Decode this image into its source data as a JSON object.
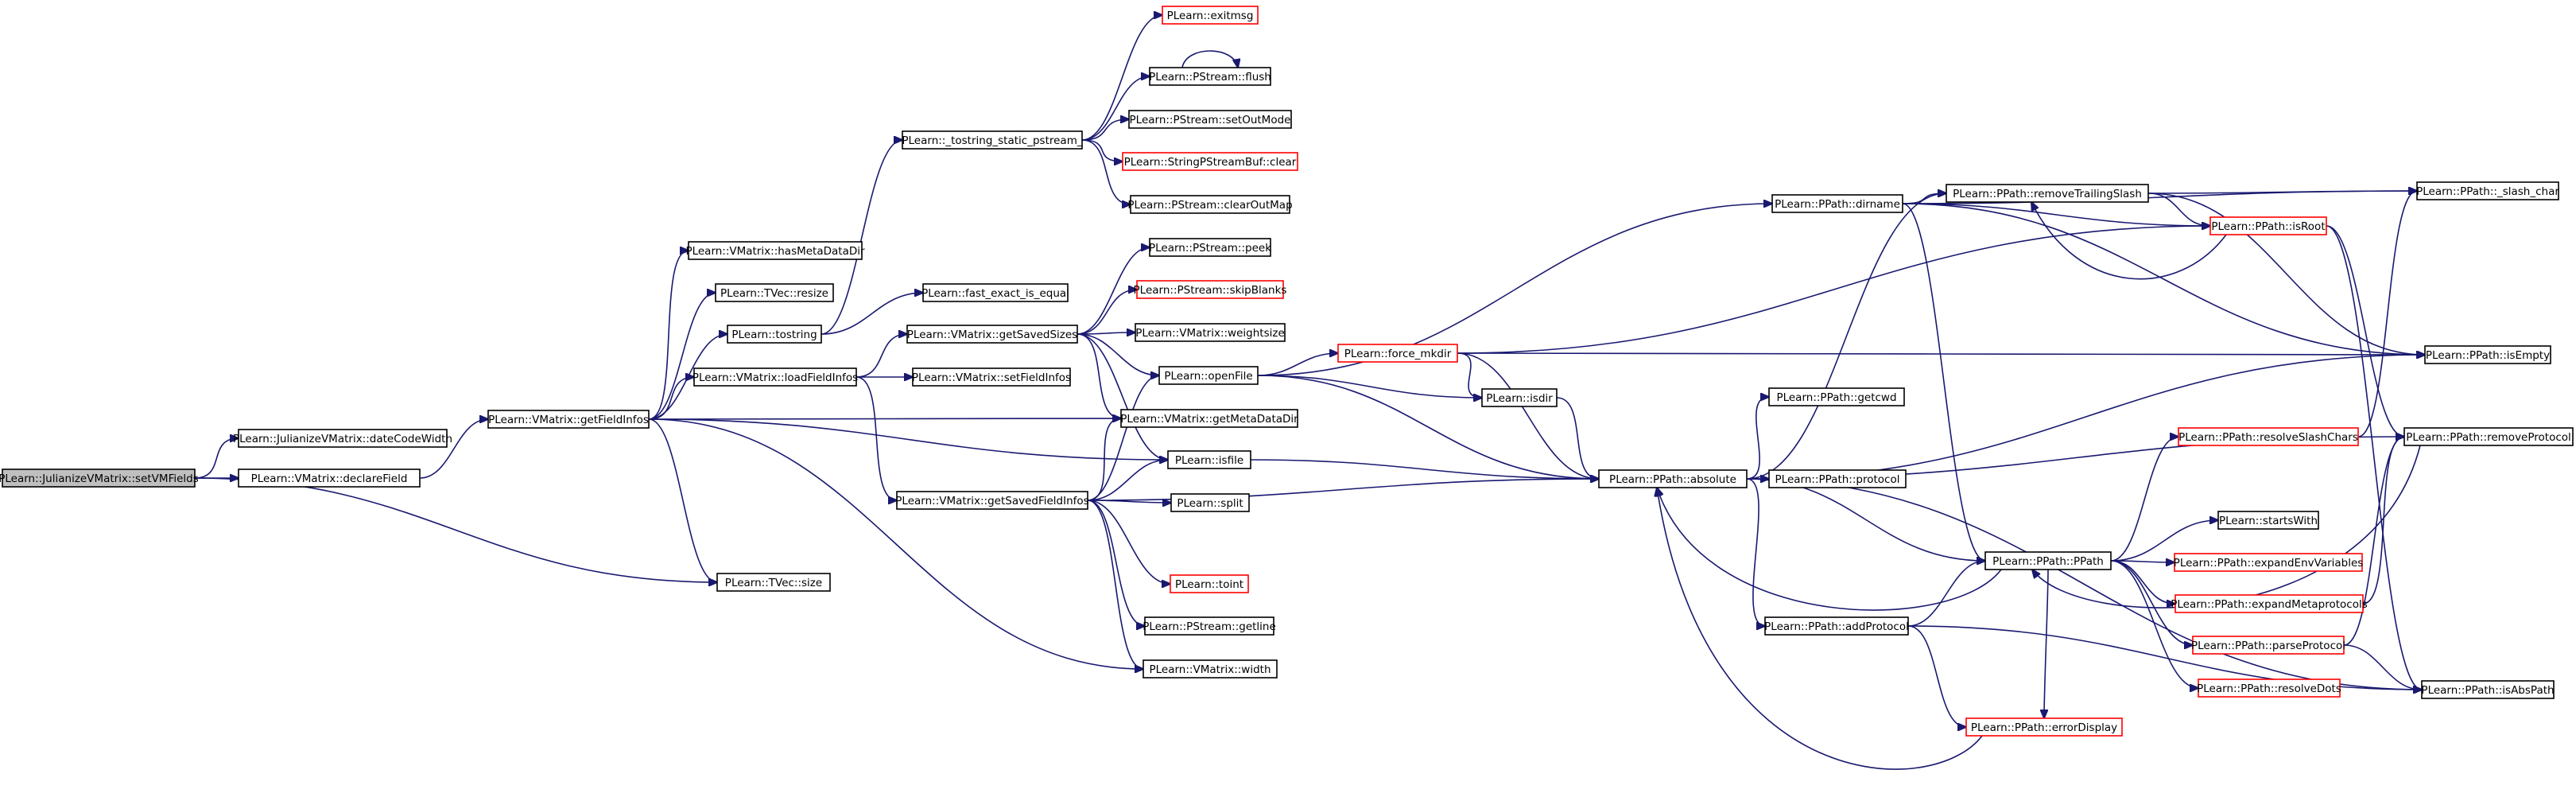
{
  "colors": {
    "edge": "#191970",
    "node_border": "#000000",
    "incomplete_border": "#ff0000",
    "root_fill": "#bfbfbf"
  },
  "nodes": [
    {
      "id": "n_setVMFields",
      "label": "PLearn::JulianizeVMatrix::setVMFields",
      "style": "root"
    },
    {
      "id": "n_dateCodeWidth",
      "label": "PLearn::JulianizeVMatrix::dateCodeWidth",
      "style": "normal"
    },
    {
      "id": "n_declareField",
      "label": "PLearn::VMatrix::declareField",
      "style": "normal"
    },
    {
      "id": "n_getFieldInfos",
      "label": "PLearn::VMatrix::getFieldInfos",
      "style": "normal"
    },
    {
      "id": "n_hasMetaDataDir",
      "label": "PLearn::VMatrix::hasMetaDataDir",
      "style": "normal"
    },
    {
      "id": "n_tvecResize",
      "label": "PLearn::TVec::resize",
      "style": "normal"
    },
    {
      "id": "n_tostring",
      "label": "PLearn::tostring",
      "style": "normal"
    },
    {
      "id": "n_loadFieldInfos",
      "label": "PLearn::VMatrix::loadFieldInfos",
      "style": "normal"
    },
    {
      "id": "n_tvecSize",
      "label": "PLearn::TVec::size",
      "style": "normal"
    },
    {
      "id": "n_tostringStatic",
      "label": "PLearn::_tostring_static_pstream_",
      "style": "normal"
    },
    {
      "id": "n_fastExact",
      "label": "PLearn::fast_exact_is_equal",
      "style": "normal"
    },
    {
      "id": "n_getSavedSizes",
      "label": "PLearn::VMatrix::getSavedSizes",
      "style": "normal"
    },
    {
      "id": "n_setFieldInfos",
      "label": "PLearn::VMatrix::setFieldInfos",
      "style": "normal"
    },
    {
      "id": "n_getSavedFieldInfos",
      "label": "PLearn::VMatrix::getSavedFieldInfos",
      "style": "normal"
    },
    {
      "id": "n_exitmsg",
      "label": "PLearn::exitmsg",
      "style": "red"
    },
    {
      "id": "n_flush",
      "label": "PLearn::PStream::flush",
      "style": "normal"
    },
    {
      "id": "n_setOutMode",
      "label": "PLearn::PStream::setOutMode",
      "style": "normal"
    },
    {
      "id": "n_stringClear",
      "label": "PLearn::StringPStreamBuf::clear",
      "style": "red"
    },
    {
      "id": "n_clearOutMap",
      "label": "PLearn::PStream::clearOutMap",
      "style": "normal"
    },
    {
      "id": "n_peek",
      "label": "PLearn::PStream::peek",
      "style": "normal"
    },
    {
      "id": "n_skipBlanks",
      "label": "PLearn::PStream::skipBlanks",
      "style": "red"
    },
    {
      "id": "n_weightsize",
      "label": "PLearn::VMatrix::weightsize",
      "style": "normal"
    },
    {
      "id": "n_openFile",
      "label": "PLearn::openFile",
      "style": "normal"
    },
    {
      "id": "n_getMetaDataDir",
      "label": "PLearn::VMatrix::getMetaDataDir",
      "style": "normal"
    },
    {
      "id": "n_isfile",
      "label": "PLearn::isfile",
      "style": "normal"
    },
    {
      "id": "n_split",
      "label": "PLearn::split",
      "style": "normal"
    },
    {
      "id": "n_toint",
      "label": "PLearn::toint",
      "style": "red"
    },
    {
      "id": "n_getline",
      "label": "PLearn::PStream::getline",
      "style": "normal"
    },
    {
      "id": "n_width",
      "label": "PLearn::VMatrix::width",
      "style": "normal"
    },
    {
      "id": "n_forceMkdir",
      "label": "PLearn::force_mkdir",
      "style": "red"
    },
    {
      "id": "n_isdir",
      "label": "PLearn::isdir",
      "style": "normal"
    },
    {
      "id": "n_dirname",
      "label": "PLearn::PPath::dirname",
      "style": "normal"
    },
    {
      "id": "n_absolute",
      "label": "PLearn::PPath::absolute",
      "style": "normal"
    },
    {
      "id": "n_getcwd",
      "label": "PLearn::PPath::getcwd",
      "style": "normal"
    },
    {
      "id": "n_protocol",
      "label": "PLearn::PPath::protocol",
      "style": "normal"
    },
    {
      "id": "n_addProtocol",
      "label": "PLearn::PPath::addProtocol",
      "style": "normal"
    },
    {
      "id": "n_ppath",
      "label": "PLearn::PPath::PPath",
      "style": "normal"
    },
    {
      "id": "n_errorDisplay",
      "label": "PLearn::PPath::errorDisplay",
      "style": "red"
    },
    {
      "id": "n_removeTrailingSlash",
      "label": "PLearn::PPath::removeTrailingSlash",
      "style": "normal"
    },
    {
      "id": "n_isRoot",
      "label": "PLearn::PPath::isRoot",
      "style": "red"
    },
    {
      "id": "n_resolveSlashChars",
      "label": "PLearn::PPath::resolveSlashChars",
      "style": "red"
    },
    {
      "id": "n_startsWith",
      "label": "PLearn::startsWith",
      "style": "normal"
    },
    {
      "id": "n_expandEnvVariables",
      "label": "PLearn::PPath::expandEnvVariables",
      "style": "red"
    },
    {
      "id": "n_expandMetaprotocols",
      "label": "PLearn::PPath::expandMetaprotocols",
      "style": "red"
    },
    {
      "id": "n_parseProtocol",
      "label": "PLearn::PPath::parseProtocol",
      "style": "red"
    },
    {
      "id": "n_resolveDots",
      "label": "PLearn::PPath::resolveDots",
      "style": "red"
    },
    {
      "id": "n_slashChar",
      "label": "PLearn::PPath::_slash_char",
      "style": "normal"
    },
    {
      "id": "n_isEmpty",
      "label": "PLearn::PPath::isEmpty",
      "style": "normal"
    },
    {
      "id": "n_removeProtocol",
      "label": "PLearn::PPath::removeProtocol",
      "style": "normal"
    },
    {
      "id": "n_isAbsPath",
      "label": "PLearn::PPath::isAbsPath",
      "style": "normal"
    }
  ],
  "edges": [
    [
      "n_setVMFields",
      "n_dateCodeWidth"
    ],
    [
      "n_setVMFields",
      "n_declareField"
    ],
    [
      "n_setVMFields",
      "n_tvecSize"
    ],
    [
      "n_declareField",
      "n_getFieldInfos"
    ],
    [
      "n_getFieldInfos",
      "n_hasMetaDataDir"
    ],
    [
      "n_getFieldInfos",
      "n_tvecResize"
    ],
    [
      "n_getFieldInfos",
      "n_tostring"
    ],
    [
      "n_getFieldInfos",
      "n_loadFieldInfos"
    ],
    [
      "n_getFieldInfos",
      "n_tvecSize"
    ],
    [
      "n_getFieldInfos",
      "n_getMetaDataDir"
    ],
    [
      "n_getFieldInfos",
      "n_isfile"
    ],
    [
      "n_getFieldInfos",
      "n_width"
    ],
    [
      "n_tostring",
      "n_tostringStatic"
    ],
    [
      "n_tostring",
      "n_fastExact"
    ],
    [
      "n_loadFieldInfos",
      "n_getSavedSizes"
    ],
    [
      "n_loadFieldInfos",
      "n_setFieldInfos"
    ],
    [
      "n_loadFieldInfos",
      "n_getSavedFieldInfos"
    ],
    [
      "n_tostringStatic",
      "n_exitmsg"
    ],
    [
      "n_tostringStatic",
      "n_flush"
    ],
    [
      "n_tostringStatic",
      "n_setOutMode"
    ],
    [
      "n_tostringStatic",
      "n_stringClear"
    ],
    [
      "n_tostringStatic",
      "n_clearOutMap"
    ],
    [
      "n_flush",
      "n_flush"
    ],
    [
      "n_getSavedSizes",
      "n_peek"
    ],
    [
      "n_getSavedSizes",
      "n_skipBlanks"
    ],
    [
      "n_getSavedSizes",
      "n_weightsize"
    ],
    [
      "n_getSavedSizes",
      "n_openFile"
    ],
    [
      "n_getSavedSizes",
      "n_getMetaDataDir"
    ],
    [
      "n_getSavedSizes",
      "n_isfile"
    ],
    [
      "n_getSavedFieldInfos",
      "n_openFile"
    ],
    [
      "n_getSavedFieldInfos",
      "n_getMetaDataDir"
    ],
    [
      "n_getSavedFieldInfos",
      "n_isfile"
    ],
    [
      "n_getSavedFieldInfos",
      "n_split"
    ],
    [
      "n_getSavedFieldInfos",
      "n_toint"
    ],
    [
      "n_getSavedFieldInfos",
      "n_getline"
    ],
    [
      "n_getSavedFieldInfos",
      "n_width"
    ],
    [
      "n_getSavedFieldInfos",
      "n_absolute"
    ],
    [
      "n_openFile",
      "n_forceMkdir"
    ],
    [
      "n_openFile",
      "n_isdir"
    ],
    [
      "n_openFile",
      "n_dirname"
    ],
    [
      "n_openFile",
      "n_absolute"
    ],
    [
      "n_isfile",
      "n_absolute"
    ],
    [
      "n_forceMkdir",
      "n_isdir"
    ],
    [
      "n_forceMkdir",
      "n_absolute"
    ],
    [
      "n_forceMkdir",
      "n_isRoot"
    ],
    [
      "n_forceMkdir",
      "n_isEmpty"
    ],
    [
      "n_isdir",
      "n_absolute"
    ],
    [
      "n_dirname",
      "n_removeTrailingSlash"
    ],
    [
      "n_dirname",
      "n_isRoot"
    ],
    [
      "n_dirname",
      "n_slashChar"
    ],
    [
      "n_dirname",
      "n_isEmpty"
    ],
    [
      "n_dirname",
      "n_ppath"
    ],
    [
      "n_absolute",
      "n_getcwd"
    ],
    [
      "n_absolute",
      "n_protocol"
    ],
    [
      "n_absolute",
      "n_addProtocol"
    ],
    [
      "n_absolute",
      "n_ppath"
    ],
    [
      "n_absolute",
      "n_removeTrailingSlash"
    ],
    [
      "n_absolute",
      "n_isEmpty"
    ],
    [
      "n_absolute",
      "n_removeProtocol"
    ],
    [
      "n_absolute",
      "n_isAbsPath"
    ],
    [
      "n_addProtocol",
      "n_ppath"
    ],
    [
      "n_addProtocol",
      "n_errorDisplay"
    ],
    [
      "n_addProtocol",
      "n_isAbsPath"
    ],
    [
      "n_ppath",
      "n_resolveSlashChars"
    ],
    [
      "n_ppath",
      "n_startsWith"
    ],
    [
      "n_ppath",
      "n_expandEnvVariables"
    ],
    [
      "n_ppath",
      "n_expandMetaprotocols"
    ],
    [
      "n_ppath",
      "n_parseProtocol"
    ],
    [
      "n_ppath",
      "n_resolveDots"
    ],
    [
      "n_ppath",
      "n_errorDisplay"
    ],
    [
      "n_ppath",
      "n_absolute"
    ],
    [
      "n_removeTrailingSlash",
      "n_isRoot"
    ],
    [
      "n_removeTrailingSlash",
      "n_slashChar"
    ],
    [
      "n_removeTrailingSlash",
      "n_isEmpty"
    ],
    [
      "n_isRoot",
      "n_removeTrailingSlash"
    ],
    [
      "n_isRoot",
      "n_removeProtocol"
    ],
    [
      "n_isRoot",
      "n_isAbsPath"
    ],
    [
      "n_resolveSlashChars",
      "n_slashChar"
    ],
    [
      "n_removeProtocol",
      "n_ppath"
    ],
    [
      "n_expandMetaprotocols",
      "n_removeProtocol"
    ],
    [
      "n_parseProtocol",
      "n_removeProtocol"
    ],
    [
      "n_parseProtocol",
      "n_isAbsPath"
    ],
    [
      "n_errorDisplay",
      "n_absolute"
    ]
  ]
}
